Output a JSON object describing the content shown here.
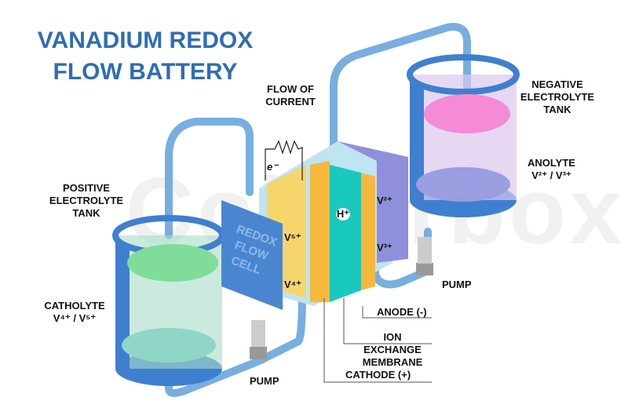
{
  "title": {
    "line1": "VANADIUM REDOX",
    "line2": "FLOW BATTERY"
  },
  "labels": {
    "flow_of_current": [
      "FLOW OF",
      "CURRENT"
    ],
    "positive_tank": [
      "POSITIVE",
      "ELECTROLYTE",
      "TANK"
    ],
    "negative_tank": [
      "NEGATIVE",
      "ELECTROLYTE",
      "TANK"
    ],
    "catholyte": {
      "name": "CATHOLYTE",
      "ions": "V⁴⁺ / V⁵⁺"
    },
    "anolyte": {
      "name": "ANOLYTE",
      "ions": "V²⁺ / V³⁺"
    },
    "pump_left": "PUMP",
    "pump_right": "PUMP",
    "anode": "ANODE (-)",
    "membrane": [
      "ION EXCHANGE",
      "MEMBRANE"
    ],
    "cathode": "CATHODE (+)",
    "cell": [
      "REDOX",
      "FLOW",
      "CELL"
    ],
    "electron": "e⁻",
    "proton": "H⁺",
    "v5": "V⁵⁺",
    "v4": "V⁴⁺",
    "v2": "V²⁺",
    "v3": "V³⁺"
  },
  "watermark": "Colourbox",
  "colors": {
    "title": "#2e6db4",
    "tank": "#3f7fcf",
    "pipe": "#78aee0",
    "catholyte": "#7fdc9a",
    "anolyte": "#f58ad6",
    "cathode": "#f6b93b",
    "membrane": "#19c9bd",
    "anode_plate": "#8f8fdc",
    "cell_face": "#4a86d0"
  }
}
